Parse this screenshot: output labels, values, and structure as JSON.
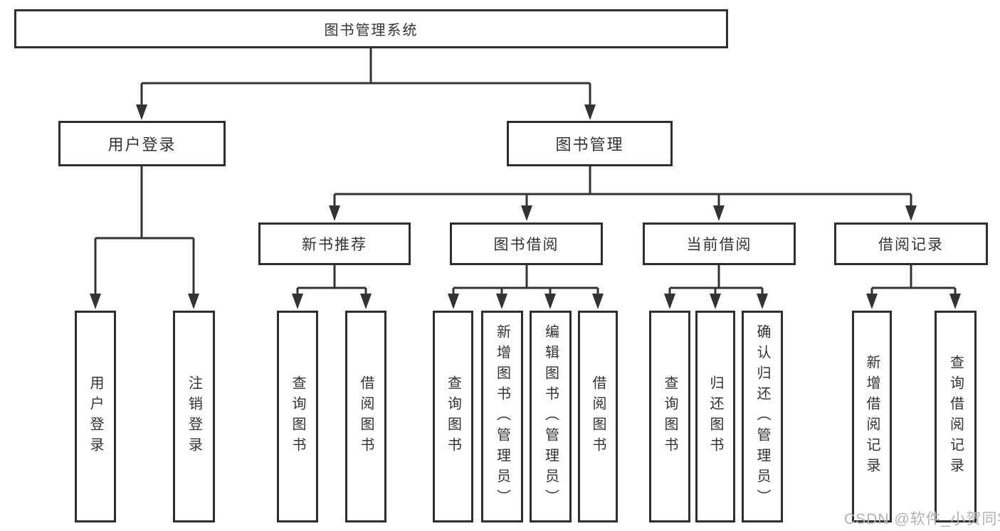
{
  "diagram": {
    "root": {
      "label": "图书管理系统"
    },
    "user": {
      "label": "用户登录",
      "leaves": [
        {
          "label": "用户登录"
        },
        {
          "label": "注销登录"
        }
      ]
    },
    "management": {
      "label": "图书管理",
      "sections": [
        {
          "label": "新书推荐",
          "leaves": [
            {
              "label": "查询图书"
            },
            {
              "label": "借阅图书"
            }
          ]
        },
        {
          "label": "图书借阅",
          "leaves": [
            {
              "label": "查询图书"
            },
            {
              "label": "新增图书（管理员）"
            },
            {
              "label": "编辑图书（管理员）"
            },
            {
              "label": "借阅图书"
            }
          ]
        },
        {
          "label": "当前借阅",
          "leaves": [
            {
              "label": "查询图书"
            },
            {
              "label": "归还图书"
            },
            {
              "label": "确认归还（管理员）"
            }
          ]
        },
        {
          "label": "借阅记录",
          "leaves": [
            {
              "label": "新增借阅记录"
            },
            {
              "label": "查询借阅记录"
            }
          ]
        }
      ]
    }
  },
  "watermark": {
    "text": "CSDN @软件_小贺同学"
  },
  "colors": {
    "line": "#333333",
    "box_border": "#2e2e2e",
    "text": "#333333",
    "watermark": "#b2b2b2",
    "background": "#ffffff"
  }
}
